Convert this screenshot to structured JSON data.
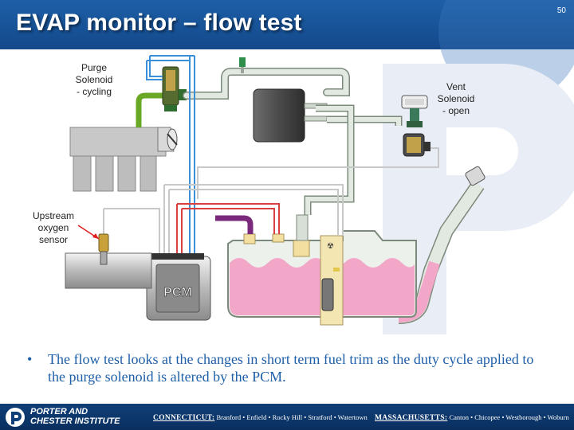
{
  "slide": {
    "title": "EVAP monitor – flow test",
    "page_number": "50"
  },
  "labels": {
    "purge": [
      "Purge",
      "Solenoid",
      "- cycling"
    ],
    "vent": [
      "Vent",
      "Solenoid",
      "- open"
    ],
    "o2": [
      "Upstream",
      "oxygen",
      "sensor"
    ],
    "pcm": "PCM"
  },
  "bullet": {
    "marker": "•",
    "text": "The flow test looks at the changes in short term fuel trim as the duty cycle applied to the purge solenoid is altered by the PCM."
  },
  "footer": {
    "company_line1": "PORTER AND",
    "company_line2": "CHESTER INSTITUTE",
    "ct_state": "CONNECTICUT:",
    "ct_towns": "Branford • Enfield • Rocky Hill • Stratford • Watertown",
    "ma_state": "MASSACHUSETTS:",
    "ma_towns": "Canton • Chicopee • Westborough • Woburn"
  },
  "colors": {
    "header": "#1d5fa8",
    "footer": "#0f3f79",
    "bullet_text": "#1d5fa8",
    "fuel": "#f2a6c8",
    "pipe": "#dde6dc",
    "wire_red": "#d94040",
    "wire_blue": "#3a8fd9",
    "wire_purple": "#7b2a7b",
    "wire_green": "#69a824"
  }
}
